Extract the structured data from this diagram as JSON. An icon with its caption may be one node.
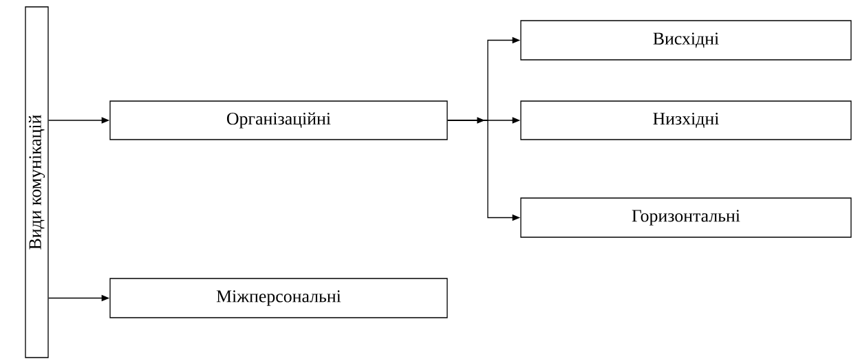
{
  "diagram": {
    "nodes": [
      {
        "text": [
          "Види комунікацій"
        ]
      },
      {
        "text": [
          "Організаційні"
        ]
      },
      {
        "text": [
          "Міжперсональні"
        ]
      },
      {
        "text": [
          "Висхідні"
        ]
      },
      {
        "text": [
          "Низхідні"
        ]
      },
      {
        "text": [
          "Горизонтальні"
        ]
      }
    ],
    "edges": [
      {
        "from": 0,
        "to": 1,
        "arrow": "to"
      },
      {
        "from": 0,
        "to": 2,
        "arrow": "to"
      },
      {
        "from": 1,
        "to": 3,
        "arrow": "to"
      },
      {
        "from": 1,
        "to": 4,
        "arrow": "to"
      },
      {
        "from": 1,
        "to": 5,
        "arrow": "to"
      }
    ]
  }
}
